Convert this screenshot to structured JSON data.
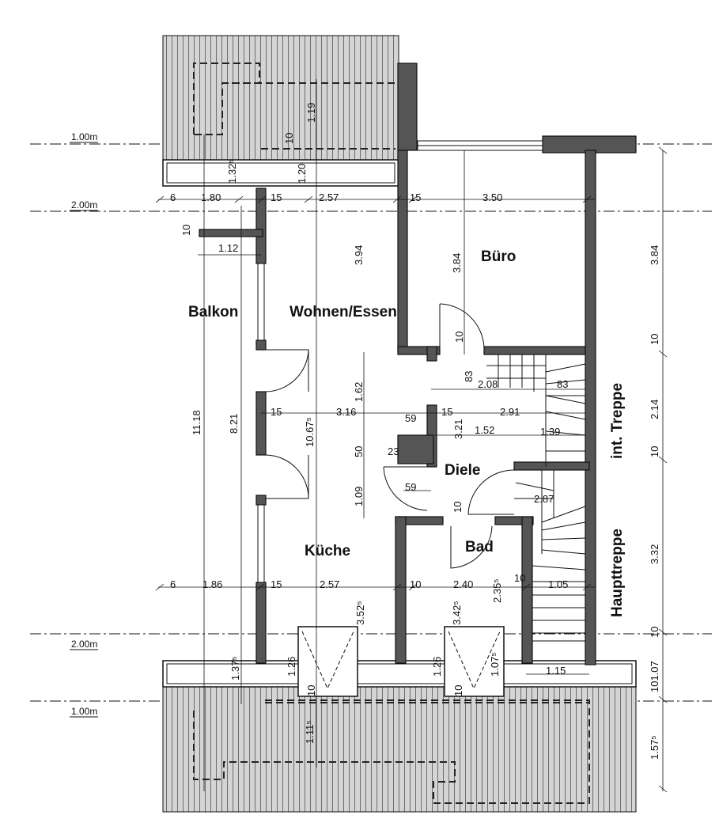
{
  "rooms": {
    "balkon": "Balkon",
    "wohnen": "Wohnen/Essen",
    "buero": "Büro",
    "diele": "Diele",
    "kueche": "Küche",
    "bad": "Bad",
    "int_treppe": "int. Treppe",
    "haupttreppe": "Haupttreppe"
  },
  "levels": {
    "l1": "1.00m",
    "l2": "2.00m",
    "l3": "2.00m",
    "l4": "1.00m"
  },
  "dims": {
    "top_6": "6",
    "top_180": "1.80",
    "top_15a": "15",
    "top_257": "2.57",
    "top_15b": "15",
    "top_350": "3.50",
    "v_119": "1.19",
    "v_10a": "10",
    "v_120": "1.20",
    "v_132": "1.32⁵",
    "d_10b": "10",
    "d_112": "1.12",
    "v_394": "3.94",
    "v_384": "3.84",
    "v_1118": "11.18",
    "v_821": "8.21",
    "v_1067": "10.67⁵",
    "m_15a": "15",
    "m_316": "3.16",
    "m_59a": "59",
    "m_15b": "15",
    "m_291": "2.91",
    "v_162": "1.62",
    "v_50": "50",
    "v_109": "1.09",
    "v_10c": "10",
    "v_83a": "83",
    "h_208": "2.08",
    "h_83b": "83",
    "v_321": "3.21",
    "h_152": "1.52",
    "h_139": "1.39",
    "h_23": "23",
    "h_59b": "59",
    "v_10d": "10",
    "v_287": "2.87",
    "b_6": "6",
    "b_186": "1.86",
    "b_15": "15",
    "b_257": "2.57",
    "b_10a": "10",
    "b_240": "2.40",
    "b_235": "2.35⁵",
    "b_10b": "10",
    "b_105": "1.05",
    "v_352": "3.52⁵",
    "v_342": "3.42⁵",
    "v_137": "1.37⁵",
    "v_126a": "1.26",
    "v_126b": "1.26",
    "v_107": "1.07⁵",
    "h_10e": "10",
    "h_10f": "10",
    "h_115": "1.15",
    "v_111": "1.11⁵",
    "r_384": "3.84",
    "r_10a": "10",
    "r_214": "2.14",
    "r_10b": "10",
    "r_332": "3.32",
    "r_10c": "10",
    "r_1007": "101.07",
    "r_157": "1.57⁵"
  }
}
